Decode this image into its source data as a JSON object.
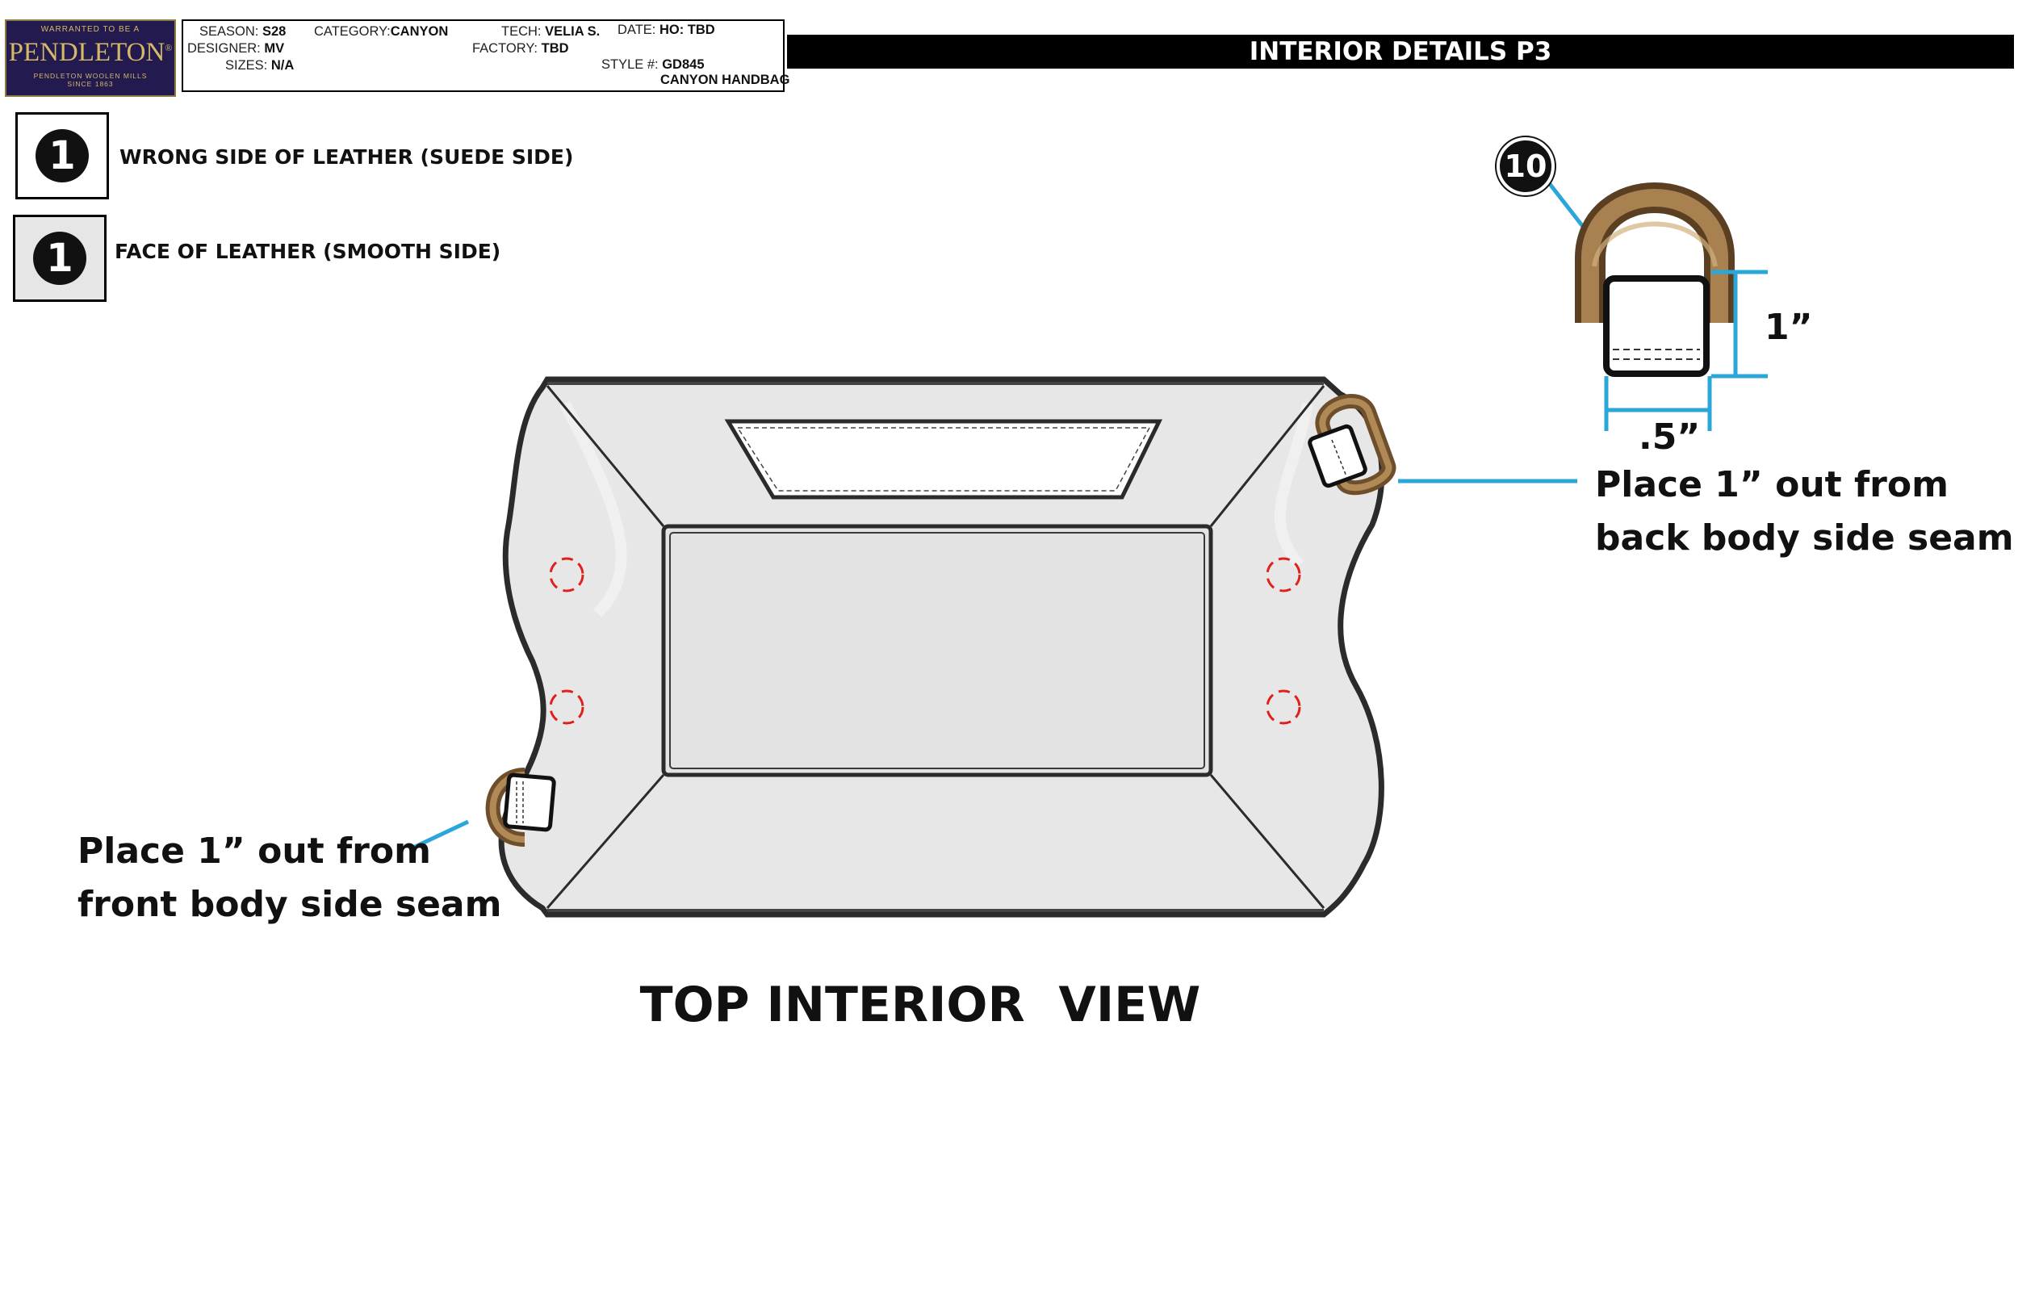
{
  "logo": {
    "tagline": "WARRANTED TO BE A",
    "brand": "PENDLETON",
    "mark": "®",
    "mills": "PENDLETON WOOLEN MILLS",
    "since": "SINCE 1863"
  },
  "spec": {
    "season": {
      "label": "SEASON:",
      "value": "S28"
    },
    "designer": {
      "label": "DESIGNER:",
      "value": "MV"
    },
    "sizes": {
      "label": "SIZES:",
      "value": "N/A"
    },
    "category": {
      "label": "CATEGORY:",
      "value": "CANYON"
    },
    "tech": {
      "label": "TECH:",
      "value": "VELIA S."
    },
    "factory": {
      "label": "FACTORY:",
      "value": "TBD"
    },
    "date": {
      "label": "DATE:",
      "value": "HO: TBD"
    },
    "style": {
      "label": "STYLE #:",
      "value": "GD845",
      "name": "CANYON HANDBAG"
    }
  },
  "page_title": "INTERIOR DETAILS P3",
  "legend": [
    {
      "number": "1",
      "label": "WRONG SIDE OF LEATHER (SUEDE SIDE)",
      "fill": "#ffffff"
    },
    {
      "number": "1",
      "label": "FACE OF LEATHER (SMOOTH SIDE)",
      "fill": "#e6e6e6"
    }
  ],
  "detail": {
    "badge": "10",
    "height_dim": "1”",
    "width_dim": ".5”",
    "dim_color": "#2aa6d9",
    "ring_color": "#8a6438"
  },
  "callouts": {
    "back": [
      "Place 1” out from",
      "back body side seam"
    ],
    "front": [
      "Place 1” out from",
      "front body side seam"
    ]
  },
  "view_title": "TOP INTERIOR  VIEW",
  "colors": {
    "bag_fill": "#e7e7e7",
    "outline": "#2b2b2b",
    "marker": "#e0201b"
  }
}
